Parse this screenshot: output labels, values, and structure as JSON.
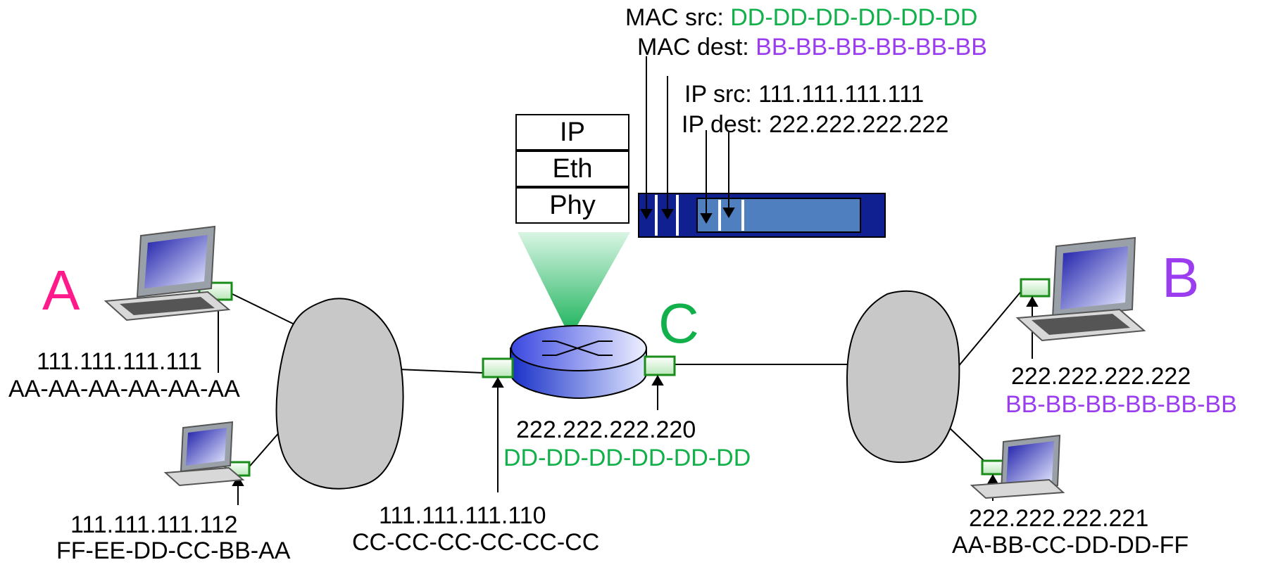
{
  "hosts": {
    "A": {
      "letter": "A",
      "ip": "111.111.111.111",
      "mac": "AA-AA-AA-AA-AA-AA"
    },
    "A2": {
      "ip": "111.111.111.112",
      "mac": "FF-EE-DD-CC-BB-AA"
    },
    "B": {
      "letter": "B",
      "ip": "222.222.222.222",
      "mac": "BB-BB-BB-BB-BB-BB"
    },
    "B2": {
      "ip": "222.222.222.221",
      "mac": "AA-BB-CC-DD-DD-FF"
    }
  },
  "router": {
    "letter": "C",
    "left_iface": {
      "ip": "111.111.111.110",
      "mac": "CC-CC-CC-CC-CC-CC"
    },
    "right_iface": {
      "ip": "222.222.222.220",
      "mac": "DD-DD-DD-DD-DD-DD"
    }
  },
  "stack": [
    "IP",
    "Eth",
    "Phy"
  ],
  "frame": {
    "mac_src_label": "MAC src: ",
    "mac_src": "DD-DD-DD-DD-DD-DD",
    "mac_dest_label": "MAC dest: ",
    "mac_dest": "BB-BB-BB-BB-BB-BB",
    "ip_src": "IP src: 111.111.111.111",
    "ip_dest": "IP dest: 222.222.222.222"
  },
  "colors": {
    "host_a": "#ff1a8c",
    "host_b": "#9b3cf0",
    "router": "#12b04a",
    "frame_outer": "#102090",
    "frame_payload": "#4f7fbf",
    "interface": "#1a8c1a"
  }
}
